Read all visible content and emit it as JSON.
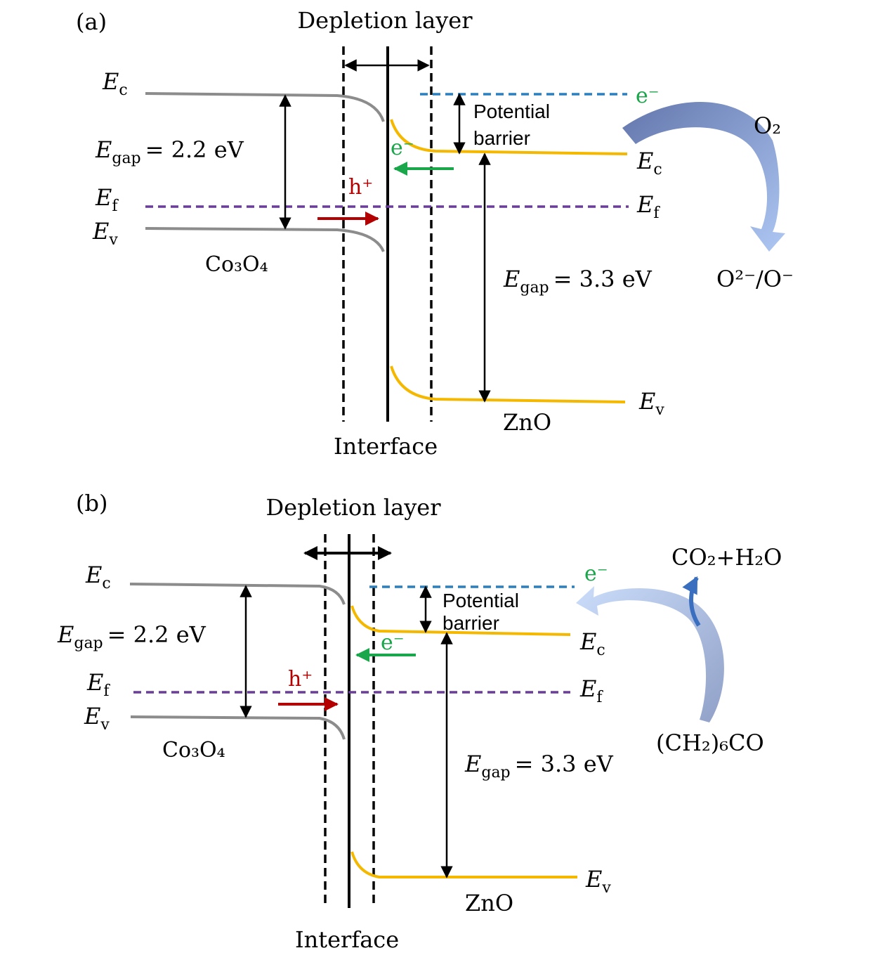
{
  "panels": {
    "a": {
      "label": "(a)",
      "depletion_layer": "Depletion layer",
      "interface": "Interface",
      "left_material": "Co₃O₄",
      "right_material": "ZnO",
      "left_ec": "c",
      "left_ef": "f",
      "left_ev": "v",
      "right_ec": "c",
      "right_ef": "f",
      "right_ev": "v",
      "energy_symbol": "E",
      "left_gap_sub": "gap",
      "left_gap_value": "= 2.2 eV",
      "right_gap_sub": "gap",
      "right_gap_value": "= 3.3 eV",
      "potential": "Potential",
      "barrier": "barrier",
      "electron_surface": "e⁻",
      "electron_flow": "e⁻",
      "hole": "h⁺",
      "gas_in": "O₂",
      "gas_out": "O²⁻/O⁻"
    },
    "b": {
      "label": "(b)",
      "depletion_layer": "Depletion layer",
      "interface": "Interface",
      "left_material": "Co₃O₄",
      "right_material": "ZnO",
      "left_ec": "c",
      "left_ef": "f",
      "left_ev": "v",
      "right_ec": "c",
      "right_ef": "f",
      "right_ev": "v",
      "energy_symbol": "E",
      "left_gap_sub": "gap",
      "left_gap_value": "= 2.2 eV",
      "right_gap_sub": "gap",
      "right_gap_value": "= 3.3 eV",
      "potential": "Potential",
      "barrier": "barrier",
      "electron_surface": "e⁻",
      "electron_flow": "e⁻",
      "hole": "h⁺",
      "gas_in": "(CH₂)₆CO",
      "gas_out": "CO₂+H₂O"
    }
  },
  "colors": {
    "co3o4_band": "#8c8c8c",
    "zno_band": "#f5b800",
    "fermi": "#6a3d9a",
    "surface_level": "#2a7fbf",
    "electron": "#1aa64a",
    "hole": "#b30000",
    "gas_arrow": "#6e89c4"
  }
}
